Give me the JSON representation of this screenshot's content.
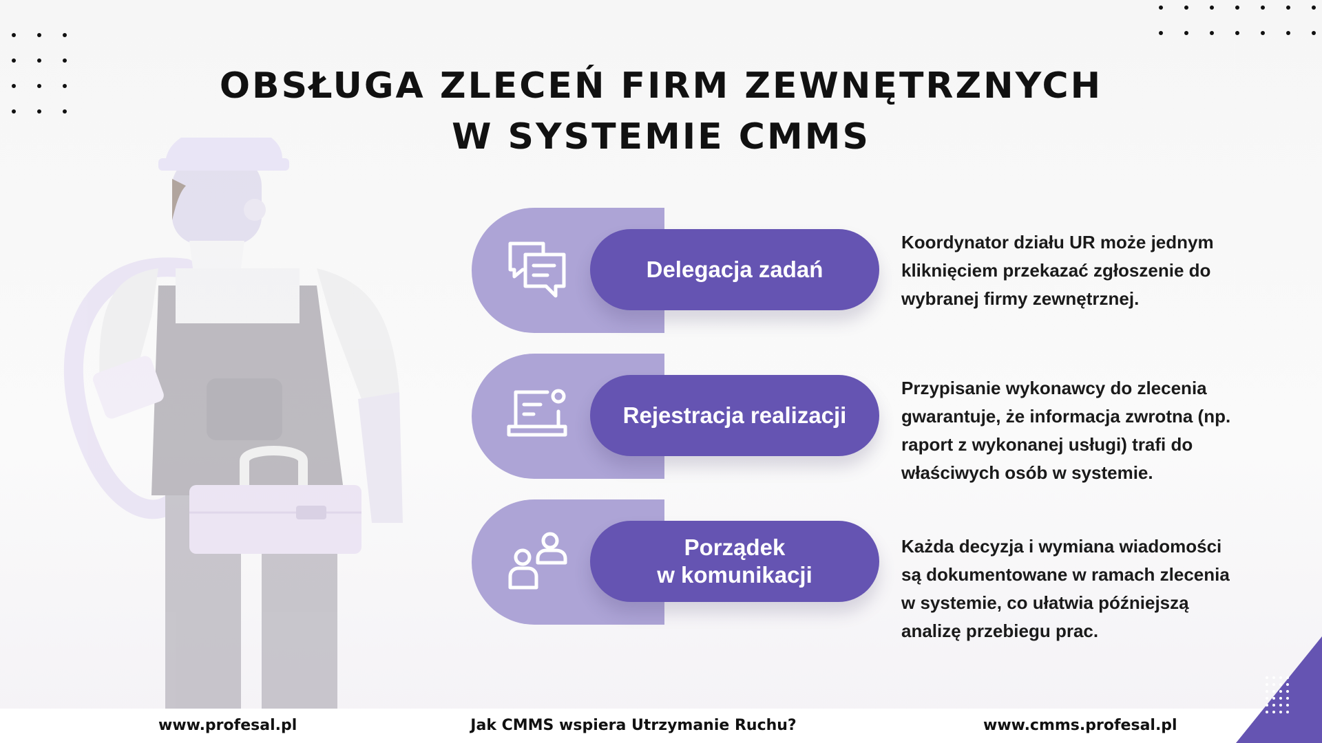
{
  "title": {
    "line1": "OBSŁUGA ZLECEŃ FIRM ZEWNĘTRZNYCH",
    "line2": "W SYSTEMIE CMMS"
  },
  "rows": [
    {
      "label": "Delegacja zadań",
      "icon": "chat-bubbles-icon",
      "description": "Koordynator działu UR może jednym kliknięciem przekazać zgłoszenie do wybranej firmy zewnętrznej."
    },
    {
      "label": "Rejestracja realizacji",
      "icon": "laptop-icon",
      "description": "Przypisanie wykonawcy do zlecenia gwarantuje, że informacja zwrotna (np. raport z wykonanej usługi) trafi do właściwych osób w systemie."
    },
    {
      "label_line1": "Porządek",
      "label_line2": "w komunikacji",
      "icon": "users-icon",
      "description": "Każda decyzja i wymiana wiadomości są dokumentowane w ramach zlecenia w systemie, co ułatwia późniejszą analizę przebiegu prac."
    }
  ],
  "footer": {
    "left": "www.profesal.pl",
    "center": "Jak CMMS wspiera Utrzymanie Ruchu?",
    "right": "www.cmms.profesal.pl"
  },
  "colors": {
    "accent": "#6554b2",
    "band": "#ada4d6",
    "text": "#111111"
  }
}
